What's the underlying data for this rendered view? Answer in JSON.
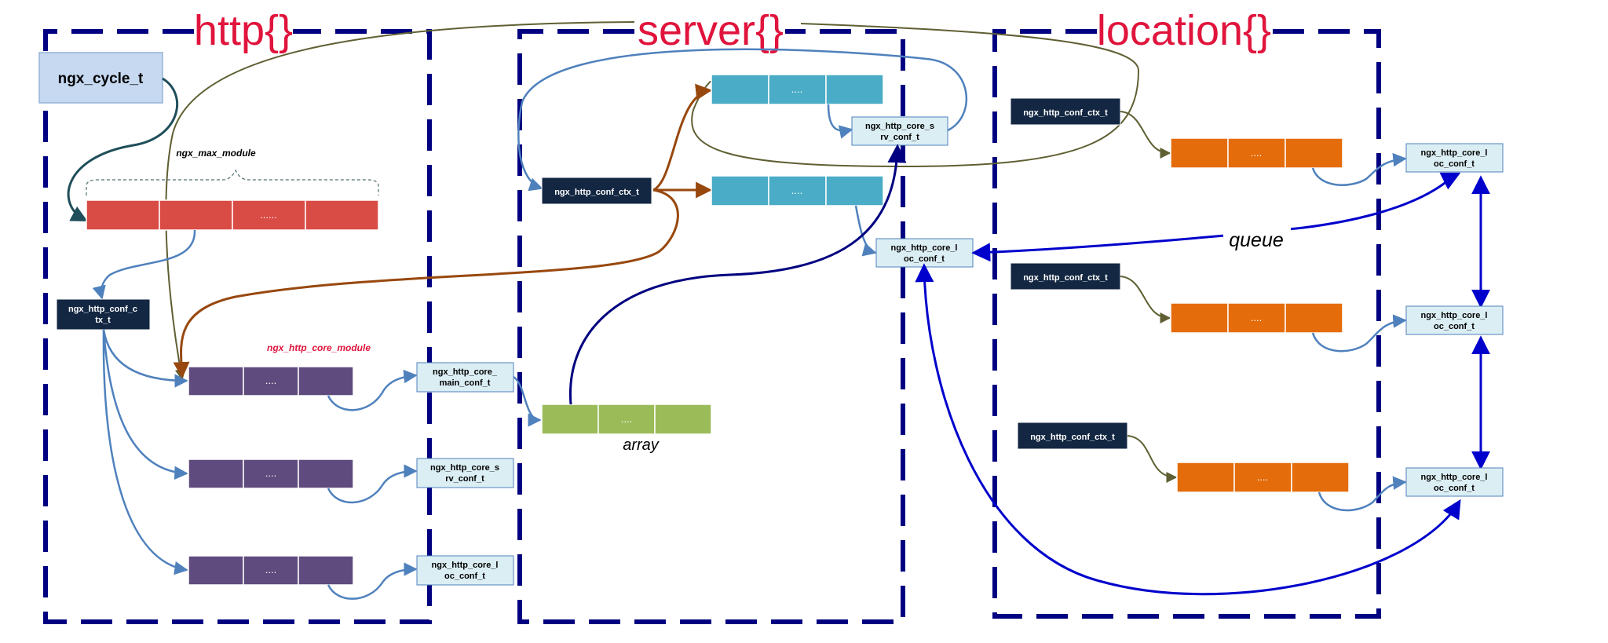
{
  "sections": {
    "http": "http{}",
    "server": "server{}",
    "location": "location{}"
  },
  "labels": {
    "cycle": "ngx_cycle_t",
    "max_module": "ngx_max_module",
    "core_module": "ngx_http_core_module",
    "array": "array",
    "queue": "queue",
    "dots_long": "......",
    "dots": "....",
    "http_ctx_line1": "ngx_http_conf_c",
    "http_ctx_line2": "tx_t",
    "main_conf_1": "ngx_http_core_",
    "main_conf_2": "main_conf_t",
    "srv_conf_1": "ngx_http_core_s",
    "srv_conf_2": "rv_conf_t",
    "loc_conf_1": "ngx_http_core_l",
    "loc_conf_2": "oc_conf_t",
    "conf_ctx": "ngx_http_conf_ctx_t"
  },
  "colors": {
    "section_border": "#000080",
    "title": "#e0143c",
    "cycle_fill": "#c6d9f1",
    "red": "#d94b45",
    "navy": "#132742",
    "purple": "#5f4b7e",
    "teal": "#4aacc6",
    "green": "#9bbb59",
    "orange": "#e46c0a",
    "light_box": "#dbeef4",
    "arrow_steel": "#4f81bd",
    "arrow_brown": "#98480e",
    "arrow_olive": "#5f5f33",
    "arrow_blue": "#0000cc"
  }
}
